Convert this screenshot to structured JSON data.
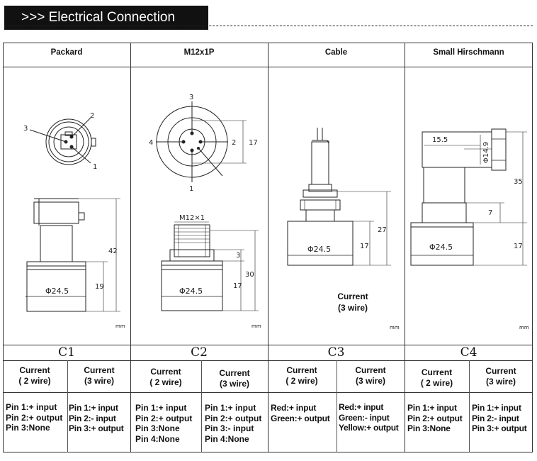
{
  "banner": {
    "title": ">>> Electrical Connection"
  },
  "columns": [
    {
      "header": "Packard",
      "code": "C1",
      "unit": "mm",
      "left": {
        "current": [
          "Current",
          "( 2 wire)"
        ],
        "pins": [
          "Pin 1:+ input",
          "Pin 2:+ output",
          "Pin 3:None"
        ]
      },
      "right": {
        "current": [
          "Current",
          "(3 wire)"
        ],
        "pins": [
          "Pin 1:+ input",
          "Pin 2:- input",
          "Pin 3:+ output"
        ]
      }
    },
    {
      "header": "M12x1P",
      "code": "C2",
      "unit": "mm",
      "left": {
        "current": [
          "Current",
          "( 2 wire)"
        ],
        "pins": [
          "Pin 1:+ input",
          "Pin 2:+ output",
          "Pin 3:None",
          "Pin 4:None"
        ]
      },
      "right": {
        "current": [
          "Current",
          "(3 wire)"
        ],
        "pins": [
          "Pin 1:+ input",
          "Pin 2:+ output",
          "Pin 3:- input",
          "Pin 4:None"
        ]
      }
    },
    {
      "header": "Cable",
      "code": "C3",
      "unit": "mm",
      "left": {
        "current": [
          "Current",
          "( 2 wire)"
        ],
        "pins": [
          "Red:+ input",
          "Green:+ output"
        ]
      },
      "right": {
        "current": [
          "Current",
          "(3 wire)"
        ],
        "pins": [
          "Red:+ input",
          "Green:- input",
          "Yellow:+ output"
        ]
      }
    },
    {
      "header": "Small Hirschmann",
      "code": "C4",
      "unit": "mm",
      "left": {
        "current": [
          "Current",
          "( 2 wire)"
        ],
        "pins": [
          "Pin 1:+ input",
          "Pin 2:+ output",
          "Pin 3:None"
        ]
      },
      "right": {
        "current": [
          "Current",
          "(3 wire)"
        ],
        "pins": [
          "Pin 1:+ input",
          "Pin 2:- input",
          "Pin 3:+ output"
        ]
      }
    }
  ],
  "cable_note": [
    "Current",
    "(3 wire)"
  ],
  "drawings": {
    "packard": {
      "pins": [
        "1",
        "2",
        "3"
      ],
      "dims": [
        "42",
        "19"
      ],
      "dia": "Φ24.5"
    },
    "m12": {
      "pins": [
        "1",
        "2",
        "3",
        "4"
      ],
      "dims": [
        "17",
        "3",
        "30",
        "17"
      ],
      "dia": "Φ24.5",
      "thread": "M12×1"
    },
    "cable": {
      "dims": [
        "27",
        "17"
      ],
      "dia": "Φ24.5"
    },
    "hirschmann": {
      "dims": [
        "15.5",
        "Φ14.9",
        "35",
        "7",
        "17"
      ],
      "dia": "Φ24.5"
    }
  }
}
